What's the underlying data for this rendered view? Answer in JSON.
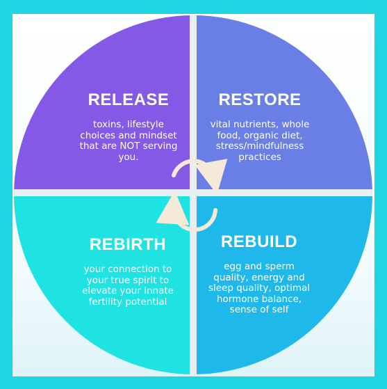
{
  "quadrants": {
    "release": {
      "title": "RELEASE",
      "body": "toxins, lifestyle\nchoices and mindset\nthat are NOT serving\nyou.",
      "color": "#8459e6"
    },
    "restore": {
      "title": "RESTORE",
      "body": "vital nutrients, whole\nfood, organic diet,\nstress/mindfulness\npractices",
      "color": "#6a7fe6"
    },
    "rebirth": {
      "title": "REBIRTH",
      "body": "your connection to\nyour true spirit to\nelevate your innate\nfertility potential",
      "color": "#1fe3e3"
    },
    "rebuild": {
      "title": "REBUILD",
      "body": "egg and sperm\nquality, energy and\nsleep quality, optimal\nhormone balance,\nsense of self",
      "color": "#1fb8ea"
    }
  },
  "colors": {
    "frame": "#1ed6e2",
    "divider": "#e9eef3",
    "arrows": "#f4ead7"
  }
}
